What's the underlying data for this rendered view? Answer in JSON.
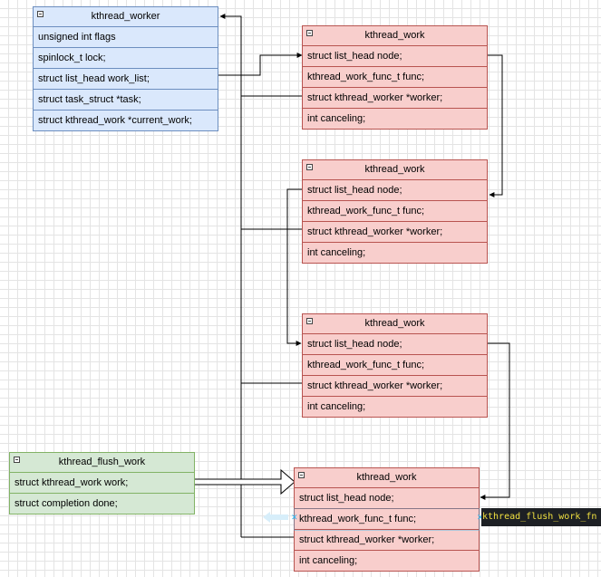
{
  "kthread_worker": {
    "title": "kthread_worker",
    "fields": [
      "unsigned int flags",
      "spinlock_t lock;",
      "struct list_head work_list;",
      "struct task_struct *task;",
      "struct kthread_work *current_work;"
    ]
  },
  "kthread_work_1": {
    "title": "kthread_work",
    "fields": [
      "struct list_head node;",
      "kthread_work_func_t func;",
      "struct kthread_worker *worker;",
      "int canceling;"
    ]
  },
  "kthread_work_2": {
    "title": "kthread_work",
    "fields": [
      "struct list_head node;",
      "kthread_work_func_t func;",
      "struct kthread_worker *worker;",
      "int canceling;"
    ]
  },
  "kthread_work_3": {
    "title": "kthread_work",
    "fields": [
      "struct list_head node;",
      "kthread_work_func_t func;",
      "struct kthread_worker *worker;",
      "int canceling;"
    ]
  },
  "kthread_work_4": {
    "title": "kthread_work",
    "fields": [
      "struct list_head node;",
      "kthread_work_func_t func;",
      "struct kthread_worker *worker;",
      "int canceling;"
    ]
  },
  "kthread_flush_work": {
    "title": "kthread_flush_work",
    "fields": [
      "struct kthread_work work;",
      "struct completion done;"
    ]
  },
  "tooltip": {
    "text": "kthread_flush_work_fn"
  },
  "colors": {
    "blue_fill": "#dae8fc",
    "blue_stroke": "#6c8ebf",
    "red_fill": "#f8cecc",
    "red_stroke": "#b85450",
    "green_fill": "#d5e8d4",
    "green_stroke": "#82b366",
    "connector": "#000000",
    "selection": "#29b6f2"
  }
}
